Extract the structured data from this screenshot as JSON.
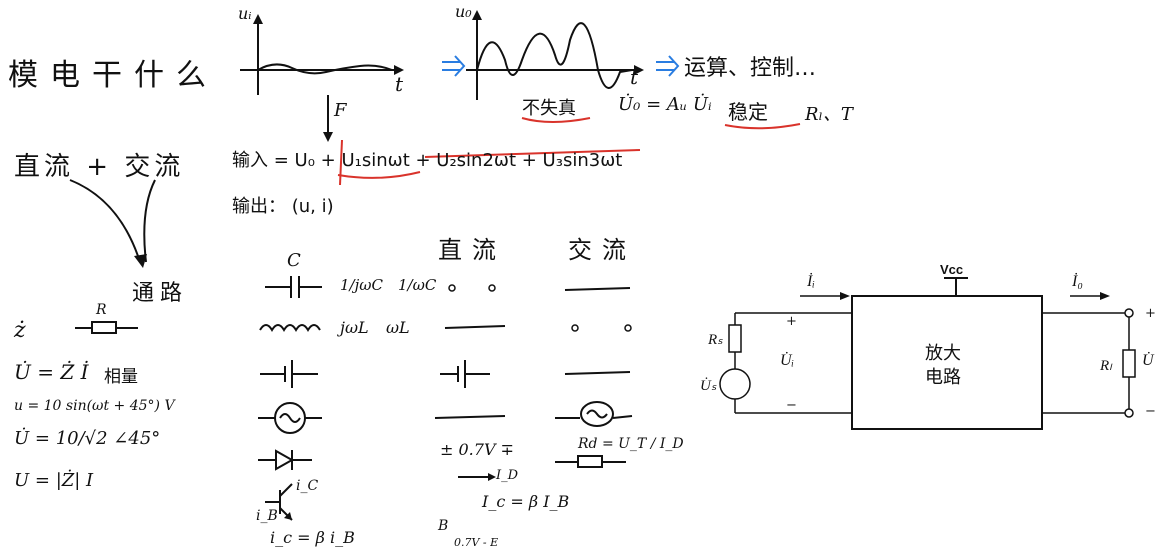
{
  "notes": {
    "title": "模电干什么",
    "ui_label": "uᵢ",
    "uo_label": "u₀",
    "t1": "t",
    "t2": "t",
    "F": "F",
    "apps": "运算、控制…",
    "no_distortion": "不失真",
    "gain": "U̇₀ = Aᵤ U̇ᵢ",
    "stable": "稳定",
    "rl_t": "Rₗ、T",
    "dc_ac": "直流 + 交流",
    "input": "输入 = U₀ + U₁sinωt + U₂sin2ωt + U₃sin3ωt",
    "output": "输出：  (u, i)",
    "path": "通路",
    "col_dc": "直流",
    "col_ac": "交流",
    "cap_c": "C",
    "cap_imp": "1/jωC",
    "cap_mag": "1/ωC",
    "ind_imp": "jωL",
    "ind_mag": "ωL",
    "z": "ż",
    "r": "R",
    "ohm": "U̇ = Ż İ",
    "phasor": "相量",
    "u_expr": "u = 10 sin(ωt + 45°) V",
    "u_phasor": "U̇ = 10/√2 ∠45°",
    "u_mag": "U = |Ż| I",
    "vd": "± 0.7V ∓",
    "id": "I_D",
    "rd": "Rd = U_T / I_D",
    "ib": "i_B",
    "ic": "i_C",
    "ic_eq": "i_c = β i_B",
    "Ic_eq": "I_c = β I_B",
    "b_small": "B",
    "be_v": "0.7V - E"
  },
  "diagram": {
    "vcc": "Vcc",
    "amp": "放大\n电路",
    "ii": "İᵢ",
    "io": "İ₀",
    "rs": "Rₛ",
    "us": "U̇ₛ",
    "ui": "U̇ᵢ",
    "rl": "Rₗ",
    "uo": "U̇"
  }
}
